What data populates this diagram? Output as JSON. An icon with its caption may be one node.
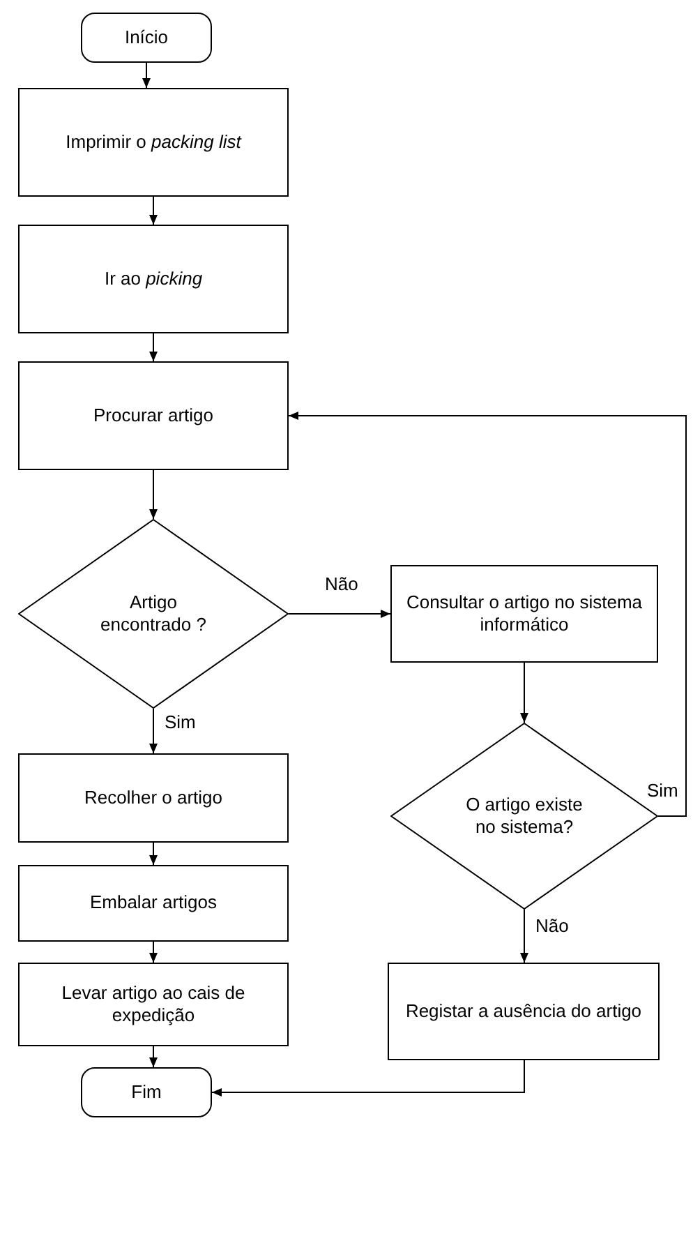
{
  "diagram": {
    "nodes": [
      {
        "text": [
          "Início"
        ]
      },
      {
        "text": [
          "Imprimir o *packing list*"
        ]
      },
      {
        "text": [
          "Ir ao *picking*"
        ]
      },
      {
        "text": [
          "Procurar artigo"
        ]
      },
      {
        "text": [
          "Artigo encontrado ?"
        ]
      },
      {
        "text": [
          "Consultar o artigo no sistema informático"
        ]
      },
      {
        "text": [
          "Recolher o artigo"
        ]
      },
      {
        "text": [
          "O artigo existe no sistema?"
        ]
      },
      {
        "text": [
          "Embalar artigos"
        ]
      },
      {
        "text": [
          "Registar a ausência do artigo"
        ]
      },
      {
        "text": [
          "Levar artigo ao cais de expedição"
        ]
      },
      {
        "text": [
          "Fim"
        ]
      }
    ],
    "edges": [
      {
        "from": 0,
        "to": 1,
        "arrow": "to"
      },
      {
        "from": 1,
        "to": 2,
        "arrow": "to"
      },
      {
        "from": 2,
        "to": 3,
        "arrow": "to"
      },
      {
        "from": 3,
        "to": 4,
        "arrow": "to"
      },
      {
        "from": 4,
        "to": 5,
        "arrow": "to",
        "label": "Não"
      },
      {
        "from": 4,
        "to": 6,
        "arrow": "to",
        "label": "Sim"
      },
      {
        "from": 5,
        "to": 7,
        "arrow": "to"
      },
      {
        "from": 7,
        "to": 3,
        "arrow": "to",
        "label": "Sim"
      },
      {
        "from": 7,
        "to": 9,
        "arrow": "to",
        "label": "Não"
      },
      {
        "from": 6,
        "to": 8,
        "arrow": "to"
      },
      {
        "from": 8,
        "to": 10,
        "arrow": "to"
      },
      {
        "from": 10,
        "to": 11,
        "arrow": "to"
      },
      {
        "from": 9,
        "to": 11,
        "arrow": "to"
      }
    ]
  }
}
